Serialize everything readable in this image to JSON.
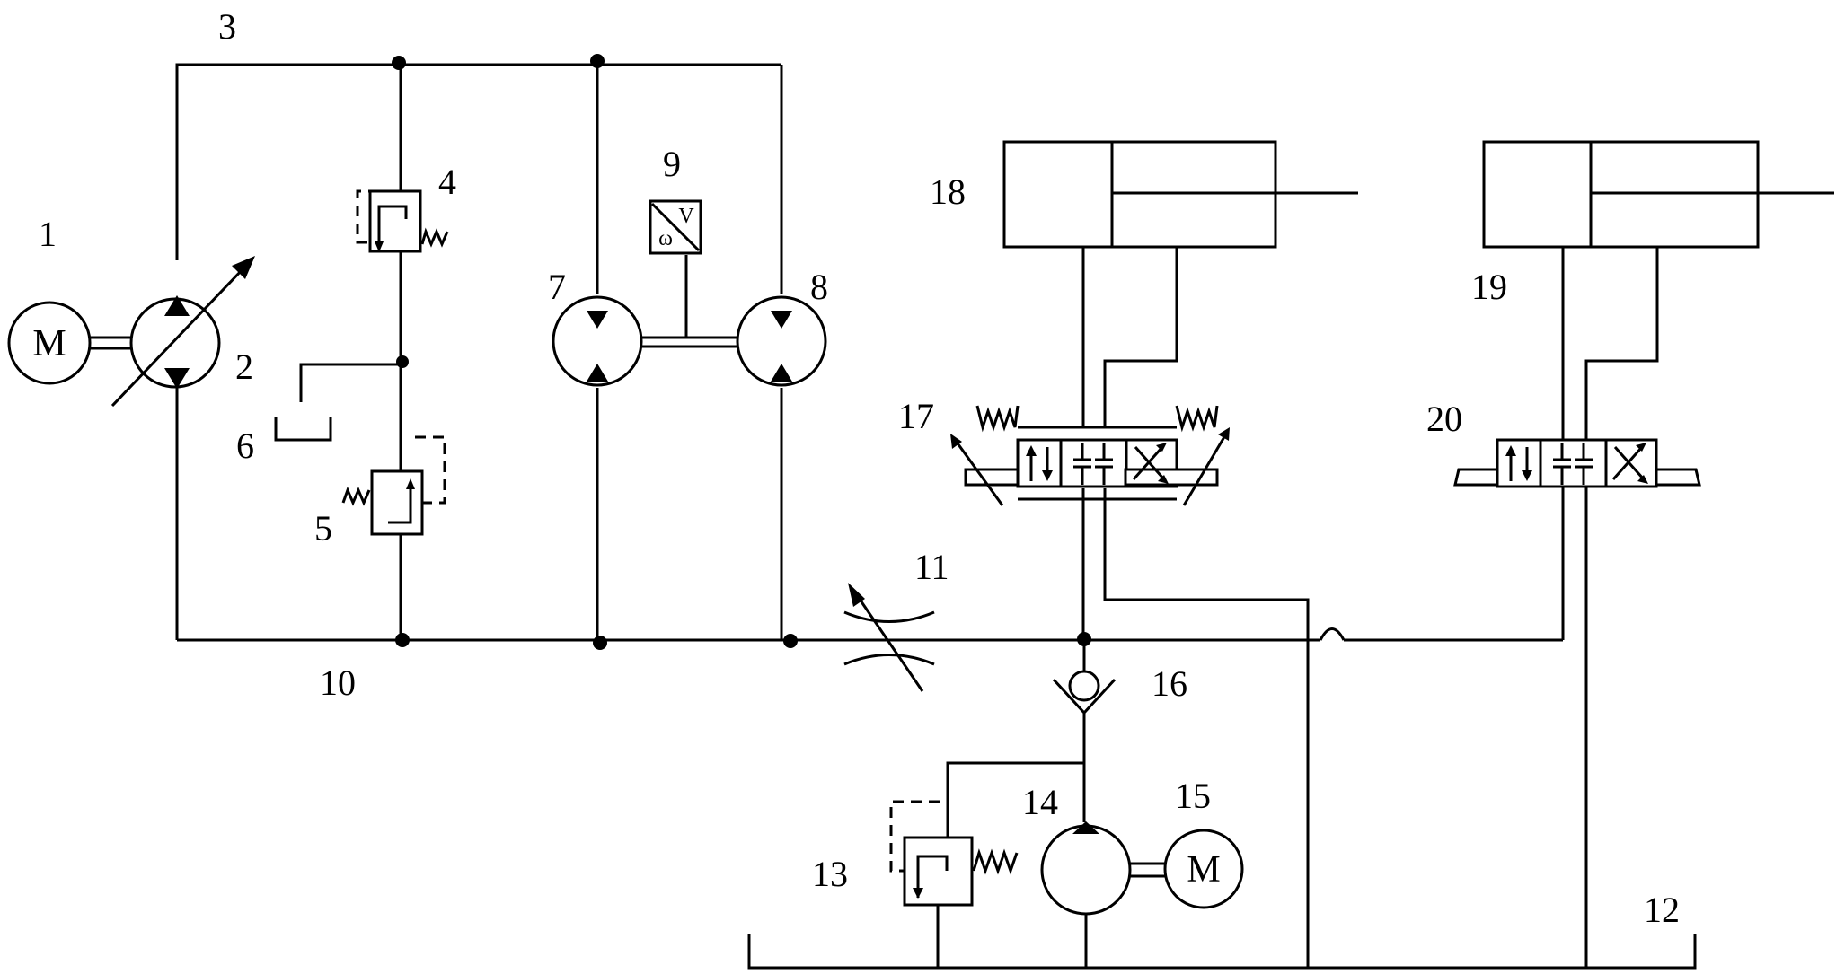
{
  "labels": {
    "n1": "1",
    "n2": "2",
    "n3": "3",
    "n4": "4",
    "n5": "5",
    "n6": "6",
    "n7": "7",
    "n8": "8",
    "n9": "9",
    "n10": "10",
    "n11": "11",
    "n12": "12",
    "n13": "13",
    "n14": "14",
    "n15": "15",
    "n16": "16",
    "n17": "17",
    "n18": "18",
    "n19": "19",
    "n20": "20"
  },
  "symbols": {
    "motor_1": "M",
    "motor_15": "M",
    "sensor_omega": "ω",
    "sensor_v": "V"
  },
  "colors": {
    "line": "#000000",
    "background": "#ffffff"
  }
}
